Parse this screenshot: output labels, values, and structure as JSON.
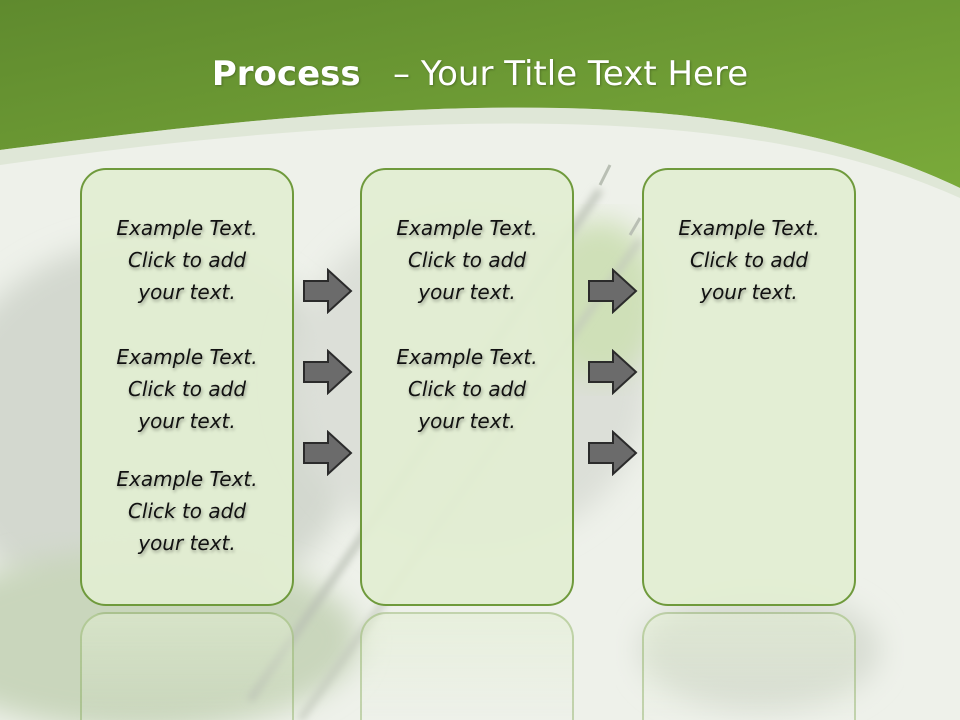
{
  "slide": {
    "title_bold": "Process",
    "title_rest": "– Your Title Text Here"
  },
  "columns": [
    {
      "items": [
        [
          "Example Text.",
          "Click  to add",
          "your text."
        ],
        [
          "Example Text.",
          "Click  to add",
          "your text."
        ],
        [
          "Example Text.",
          "Click  to add",
          "your text."
        ]
      ]
    },
    {
      "items": [
        [
          "Example Text.",
          "Click  to add",
          "your text."
        ],
        [
          "Example Text.",
          "Click  to add",
          "your text."
        ]
      ]
    },
    {
      "items": [
        [
          "Example Text.",
          "Click  to add",
          "your text."
        ]
      ]
    }
  ],
  "colors": {
    "header_green": "#6e9a35",
    "box_border": "#6f9a3c",
    "box_fill": "#e2eed2",
    "arrow_fill": "#6b6b6b"
  }
}
